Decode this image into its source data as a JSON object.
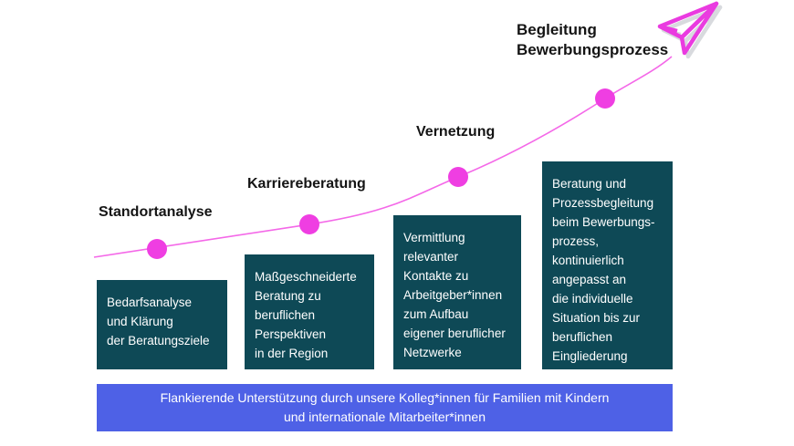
{
  "colors": {
    "accent_magenta": "#ef3ee2",
    "curve_pink": "#f468e8",
    "box_teal": "#0e4956",
    "banner_blue": "#4e61e6",
    "label_black": "#141414",
    "text_white": "#ffffff",
    "plane_shadow_gray": "#b9bcc4"
  },
  "milestones": [
    {
      "label": "Standortanalyse",
      "description": "Bedarfsanalyse\nund Klärung\nder Beratungsziele"
    },
    {
      "label": "Karriereberatung",
      "description": "Maßgeschneiderte\nBeratung zu\nberuflichen\nPerspektiven\nin der Region"
    },
    {
      "label": "Vernetzung",
      "description": "Vermittlung\nrelevanter\nKontakte zu\nArbeitgeber*innen\nzum Aufbau\neigener beruflicher\nNetzwerke"
    },
    {
      "label": "Begleitung\nBewerbungsprozess",
      "description": "Beratung und\nProzessbegleitung\nbeim Bewerbungs-\nprozess,\nkontinuierlich\nangepasst an\ndie individuelle\nSituation bis zur\nberuflichen\nEingliederung"
    }
  ],
  "banner": {
    "text": "Flankierende Unterstützung durch unsere Kolleg*innen für Familien mit Kindern\nund internationale Mitarbeiter*innen"
  },
  "icons": {
    "paper_plane": "paper-plane-icon"
  }
}
